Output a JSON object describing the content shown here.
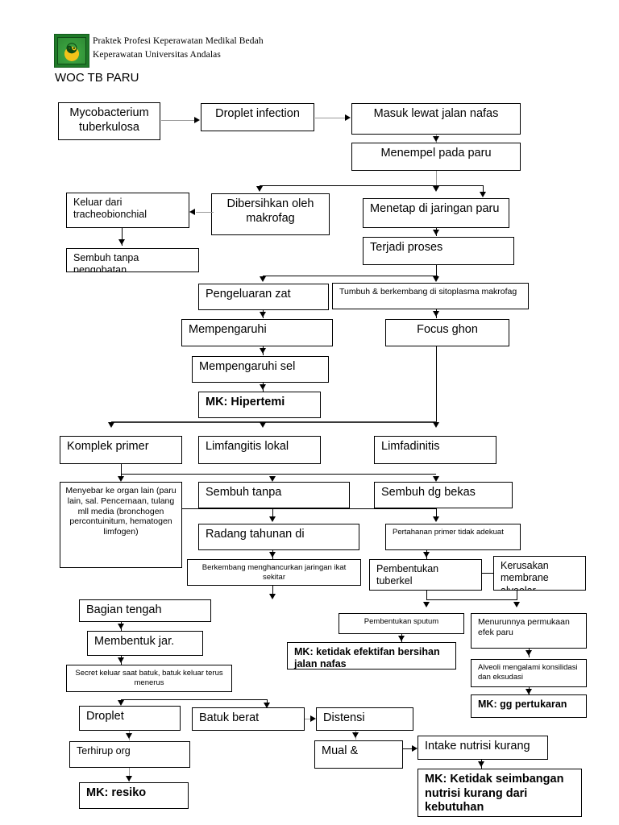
{
  "header": {
    "logo_icon": "university-crest-icon",
    "logo_glyph": "☯",
    "org_line1": "Praktek Profesi Keperawatan Medikal Bedah",
    "org_line2": "Keperawatan Universitas Andalas",
    "doc_title": "WOC TB PARU"
  },
  "nodes": {
    "n01": "Mycobacterium tuberkulosa",
    "n02": "Droplet infection",
    "n03": "Masuk lewat jalan nafas",
    "n04": "Menempel pada paru",
    "n05": "Dibersihkan oleh makrofag",
    "n06": "Keluar dari tracheobionchial",
    "n07": "Sembuh tanpa pengobatan",
    "n08": "Menetap di jaringan paru",
    "n09": "Terjadi proses",
    "n10": "Pengeluaran zat",
    "n11": "Tumbuh & berkembang di sitoplasma makrofag",
    "n12": "Mempengaruhi",
    "n13": "Focus ghon",
    "n14": "Mempengaruhi sel",
    "n15": "MK: Hipertemi",
    "n16": "Komplek primer",
    "n17": "Limfangitis lokal",
    "n18": "Limfadinitis",
    "n19": "Menyebar ke organ lain (paru lain, sal. Pencernaan, tulang mll media (bronchogen percontuinitum, hematogen limfogen)",
    "n20": "Sembuh tanpa",
    "n21": "Sembuh dg bekas",
    "n22": "Radang tahunan di",
    "n23": "Pertahanan primer tidak adekuat",
    "n24": "Berkembang menghancurkan jaringan ikat sekitar",
    "n25": "Pembentukan tuberkel",
    "n26": "Kerusakan membrane alveolar",
    "n27": "Bagian tengah",
    "n28": "Pembentukan sputum",
    "n29": "Menurunnya permukaan efek paru",
    "n30": "Membentuk jar.",
    "n31": "MK: ketidak efektifan bersihan jalan nafas",
    "n32": "Alveoli mengalami konsilidasi dan eksudasi",
    "n33": "Secret keluar saat batuk, batuk keluar terus menerus",
    "n34": "MK: gg pertukaran",
    "n35": "Droplet",
    "n36": "Batuk berat",
    "n37": "Distensi",
    "n38": "Terhirup org",
    "n39": "Mual &",
    "n40": "Intake nutrisi kurang",
    "n41": "MK: resiko",
    "n42": "MK: Ketidak seimbangan nutrisi kurang dari kebutuhan"
  }
}
